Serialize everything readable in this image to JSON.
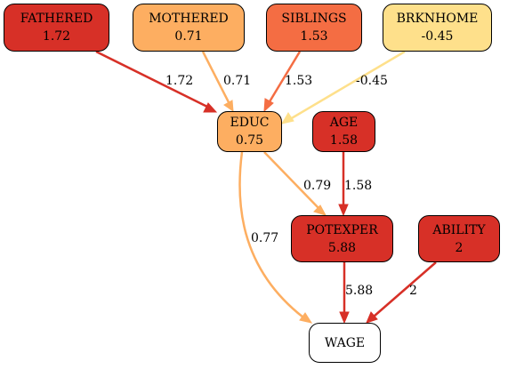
{
  "colors": {
    "dark_red": "#d73027",
    "orange_light": "#fdae61",
    "orange": "#f46d43",
    "yellow": "#fee08b",
    "white": "#ffffff"
  },
  "nodes": {
    "fathered": {
      "label": "FATHERED",
      "value": "1.72",
      "fill": "#d73027"
    },
    "mothered": {
      "label": "MOTHERED",
      "value": "0.71",
      "fill": "#fdae61"
    },
    "siblings": {
      "label": "SIBLINGS",
      "value": "1.53",
      "fill": "#f46d43"
    },
    "brknhome": {
      "label": "BRKNHOME",
      "value": "-0.45",
      "fill": "#fee08b"
    },
    "educ": {
      "label": "EDUC",
      "value": "0.75",
      "fill": "#fdae61"
    },
    "age": {
      "label": "AGE",
      "value": "1.58",
      "fill": "#d73027"
    },
    "potexper": {
      "label": "POTEXPER",
      "value": "5.88",
      "fill": "#d73027"
    },
    "ability": {
      "label": "ABILITY",
      "value": "2",
      "fill": "#d73027"
    },
    "wage": {
      "label": "WAGE",
      "fill": "#ffffff"
    }
  },
  "edges": [
    {
      "id": "fathered-educ",
      "from": "FATHERED",
      "to": "EDUC",
      "weight": "1.72",
      "color": "#d73027"
    },
    {
      "id": "mothered-educ",
      "from": "MOTHERED",
      "to": "EDUC",
      "weight": "0.71",
      "color": "#fdae61"
    },
    {
      "id": "siblings-educ",
      "from": "SIBLINGS",
      "to": "EDUC",
      "weight": "1.53",
      "color": "#f46d43"
    },
    {
      "id": "brknhome-educ",
      "from": "BRKNHOME",
      "to": "EDUC",
      "weight": "-0.45",
      "color": "#fee08b"
    },
    {
      "id": "educ-potexper",
      "from": "EDUC",
      "to": "POTEXPER",
      "weight": "0.79",
      "color": "#fdae61"
    },
    {
      "id": "age-potexper",
      "from": "AGE",
      "to": "POTEXPER",
      "weight": "1.58",
      "color": "#d73027"
    },
    {
      "id": "educ-wage",
      "from": "EDUC",
      "to": "WAGE",
      "weight": "0.77",
      "color": "#fdae61"
    },
    {
      "id": "potexper-wage",
      "from": "POTEXPER",
      "to": "WAGE",
      "weight": "5.88",
      "color": "#d73027"
    },
    {
      "id": "ability-wage",
      "from": "ABILITY",
      "to": "WAGE",
      "weight": "2",
      "color": "#d73027"
    }
  ]
}
